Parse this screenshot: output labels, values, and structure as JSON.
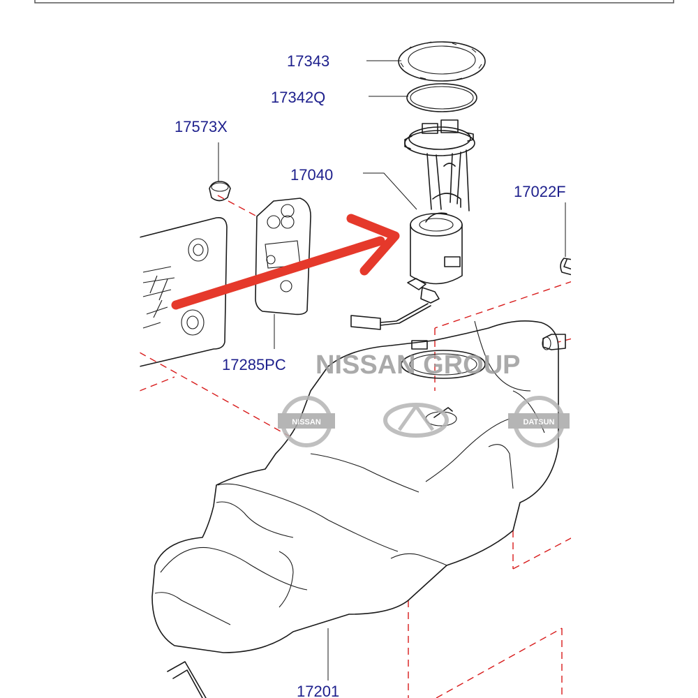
{
  "parts": [
    {
      "id": "17343",
      "label": "17343"
    },
    {
      "id": "17342Q",
      "label": "17342Q"
    },
    {
      "id": "17573X",
      "label": "17573X"
    },
    {
      "id": "17040",
      "label": "17040"
    },
    {
      "id": "17022F",
      "label": "17022F"
    },
    {
      "id": "17285PC",
      "label": "17285PC"
    },
    {
      "id": "17201",
      "label": "17201"
    }
  ],
  "watermark": {
    "text": "NISSAN GROUP",
    "logos": [
      "NISSAN",
      "INFINITI",
      "DATSUN"
    ]
  },
  "colors": {
    "label": "#1d1f8c",
    "highlight_arrow": "#e5392b",
    "dashed_lines": "#d81b1b",
    "watermark": "#9c9c9c"
  }
}
